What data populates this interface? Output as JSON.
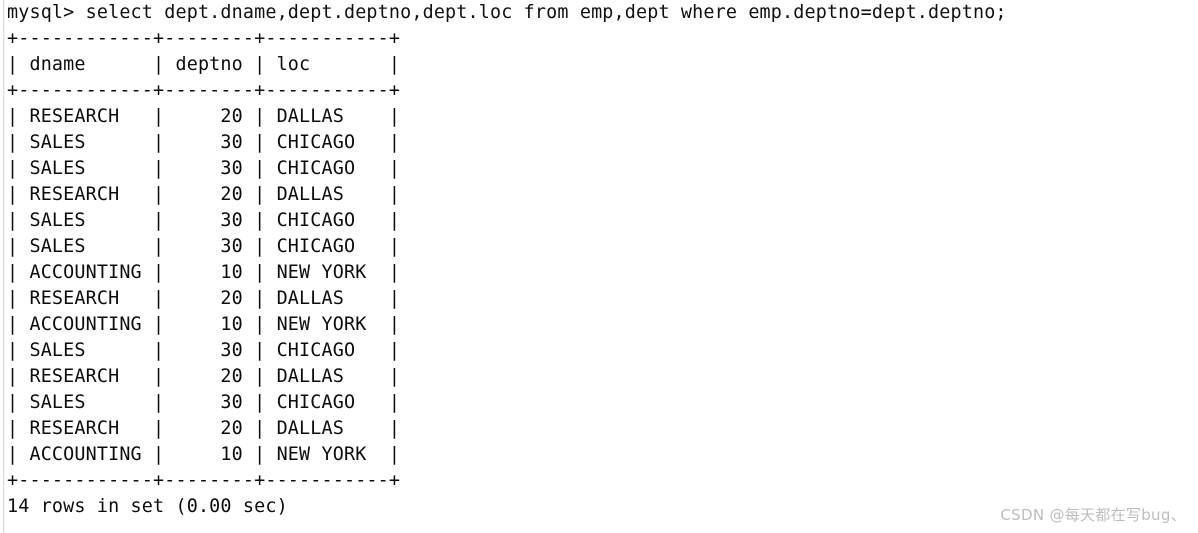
{
  "terminal": {
    "prompt": "mysql> ",
    "query": "select dept.dname,dept.deptno,dept.loc from emp,dept where emp.deptno=dept.deptno;",
    "full_command_line": "mysql> select dept.dname,dept.deptno,dept.loc from emp,dept where emp.deptno=dept.deptno;",
    "background_color": "#ffffff",
    "text_color": "#0c0c0c"
  },
  "result_table": {
    "border_rule": "+------------+--------+-----------+",
    "header_row": "| dname      | deptno | loc       |",
    "columns": [
      {
        "name": "dname",
        "width": 12,
        "align": "left"
      },
      {
        "name": "deptno",
        "width": 8,
        "align": "right"
      },
      {
        "name": "loc",
        "width": 11,
        "align": "left"
      }
    ],
    "rows": [
      {
        "dname": "RESEARCH",
        "deptno": "20",
        "loc": "DALLAS"
      },
      {
        "dname": "SALES",
        "deptno": "30",
        "loc": "CHICAGO"
      },
      {
        "dname": "SALES",
        "deptno": "30",
        "loc": "CHICAGO"
      },
      {
        "dname": "RESEARCH",
        "deptno": "20",
        "loc": "DALLAS"
      },
      {
        "dname": "SALES",
        "deptno": "30",
        "loc": "CHICAGO"
      },
      {
        "dname": "SALES",
        "deptno": "30",
        "loc": "CHICAGO"
      },
      {
        "dname": "ACCOUNTING",
        "deptno": "10",
        "loc": "NEW YORK"
      },
      {
        "dname": "RESEARCH",
        "deptno": "20",
        "loc": "DALLAS"
      },
      {
        "dname": "ACCOUNTING",
        "deptno": "10",
        "loc": "NEW YORK"
      },
      {
        "dname": "SALES",
        "deptno": "30",
        "loc": "CHICAGO"
      },
      {
        "dname": "RESEARCH",
        "deptno": "20",
        "loc": "DALLAS"
      },
      {
        "dname": "SALES",
        "deptno": "30",
        "loc": "CHICAGO"
      },
      {
        "dname": "RESEARCH",
        "deptno": "20",
        "loc": "DALLAS"
      },
      {
        "dname": "ACCOUNTING",
        "deptno": "10",
        "loc": "NEW YORK"
      }
    ],
    "rendered_rows": [
      "| RESEARCH   |     20 | DALLAS    |",
      "| SALES      |     30 | CHICAGO   |",
      "| SALES      |     30 | CHICAGO   |",
      "| RESEARCH   |     20 | DALLAS    |",
      "| SALES      |     30 | CHICAGO   |",
      "| SALES      |     30 | CHICAGO   |",
      "| ACCOUNTING |     10 | NEW YORK  |",
      "| RESEARCH   |     20 | DALLAS    |",
      "| ACCOUNTING |     10 | NEW YORK  |",
      "| SALES      |     30 | CHICAGO   |",
      "| RESEARCH   |     20 | DALLAS    |",
      "| SALES      |     30 | CHICAGO   |",
      "| RESEARCH   |     20 | DALLAS    |",
      "| ACCOUNTING |     10 | NEW YORK  |"
    ]
  },
  "status": {
    "row_count": 14,
    "duration_sec": "0.00",
    "text": "14 rows in set (0.00 sec)"
  },
  "watermark": {
    "text": "CSDN @每天都在写bug、",
    "color": "#bdbdbd"
  }
}
